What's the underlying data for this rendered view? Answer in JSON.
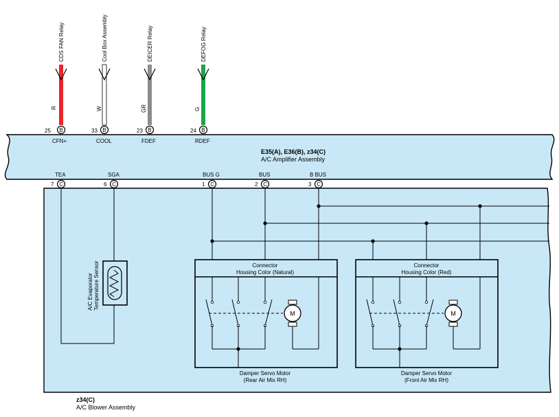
{
  "top_wires": [
    {
      "pin": "25",
      "conn": "B",
      "signal": "CFN+",
      "color_code": "R",
      "dest": "CDS FAN Relay",
      "wire_hex": "#e8262b"
    },
    {
      "pin": "33",
      "conn": "B",
      "signal": "COOL",
      "color_code": "W",
      "dest": "Cool Box Assembly",
      "wire_hex": "#ffffff"
    },
    {
      "pin": "23",
      "conn": "B",
      "signal": "FDEF",
      "color_code": "GR",
      "dest": "DEICER Relay",
      "wire_hex": "#8c8c8c"
    },
    {
      "pin": "24",
      "conn": "B",
      "signal": "RDEF",
      "color_code": "G",
      "dest": "DEFOG Relay",
      "wire_hex": "#1aa64a"
    }
  ],
  "amplifier": {
    "connectors": "E35(A), E36(B), z34(C)",
    "name": "A/C Amplifier Assembly"
  },
  "bottom_pins": [
    {
      "pin": "7",
      "conn": "C",
      "signal": "TEA"
    },
    {
      "pin": "6",
      "conn": "C",
      "signal": "SGA"
    },
    {
      "pin": "1",
      "conn": "C",
      "signal": "BUS G"
    },
    {
      "pin": "2",
      "conn": "C",
      "signal": "BUS"
    },
    {
      "pin": "3",
      "conn": "C",
      "signal": "B BUS"
    }
  ],
  "sensor": {
    "line1": "A/C Evaporator",
    "line2": "Temperature Sensor"
  },
  "motors": [
    {
      "housing1": "Connector",
      "housing2": "Housing Color (Natural)",
      "name1": "Damper Servo Motor",
      "name2": "(Rear Air Mix RH)",
      "motor_label": "M"
    },
    {
      "housing1": "Connector",
      "housing2": "Housing Color (Red)",
      "name1": "Damper Servo Motor",
      "name2": "(Front Air Mix RH)",
      "motor_label": "M"
    }
  ],
  "blower": {
    "connector": "z34(C)",
    "name": "A/C Blower Assembly"
  }
}
